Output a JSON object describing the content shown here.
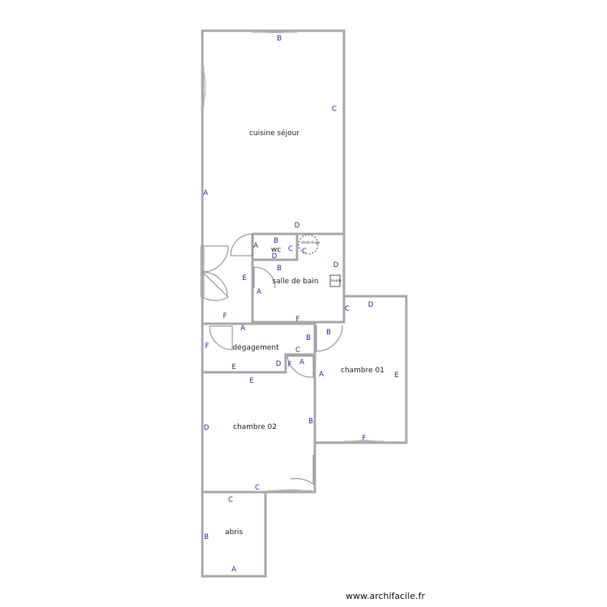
{
  "rooms": {
    "cuisine_sejour": "cuisine séjour",
    "wc": "wc",
    "salle_de_bain": "salle de bain",
    "degagement": "dégagement",
    "chambre_01": "chambre 01",
    "chambre_02": "chambre 02",
    "abris": "abris"
  },
  "wall_labels": {
    "sejour_top": "B",
    "sejour_right": "C",
    "sejour_left": "A",
    "sejour_bottom": "D",
    "entry_right": "E",
    "entry_bottom": "F",
    "wc_left": "A",
    "wc_top": "B",
    "wc_right": "C",
    "wc_bottom": "D",
    "sdb_top": "B",
    "sdb_left": "A",
    "sdb_right": "D",
    "sdb_bottom": "F",
    "sdb_corner": "C",
    "deg_top": "A",
    "deg_left": "F",
    "deg_right": "B",
    "deg_notch_top": "C",
    "deg_notch_left": "D",
    "deg_notch_f": "F",
    "deg_notch_a": "A",
    "deg_bottom": "E",
    "ch1_top_left": "B",
    "ch1_corner": "C",
    "ch1_top": "D",
    "ch1_left": "A",
    "ch1_right": "E",
    "ch1_bottom": "F",
    "ch2_top": "E",
    "ch2_left": "D",
    "ch2_right": "B",
    "ch2_bottom": "C",
    "abris_top": "C",
    "abris_left": "B",
    "abris_bottom": "A"
  },
  "fixture_text": {
    "dryer": "sèche-linge",
    "sink": "lavabo"
  },
  "footer": {
    "credit": "www.archifacile.fr"
  }
}
